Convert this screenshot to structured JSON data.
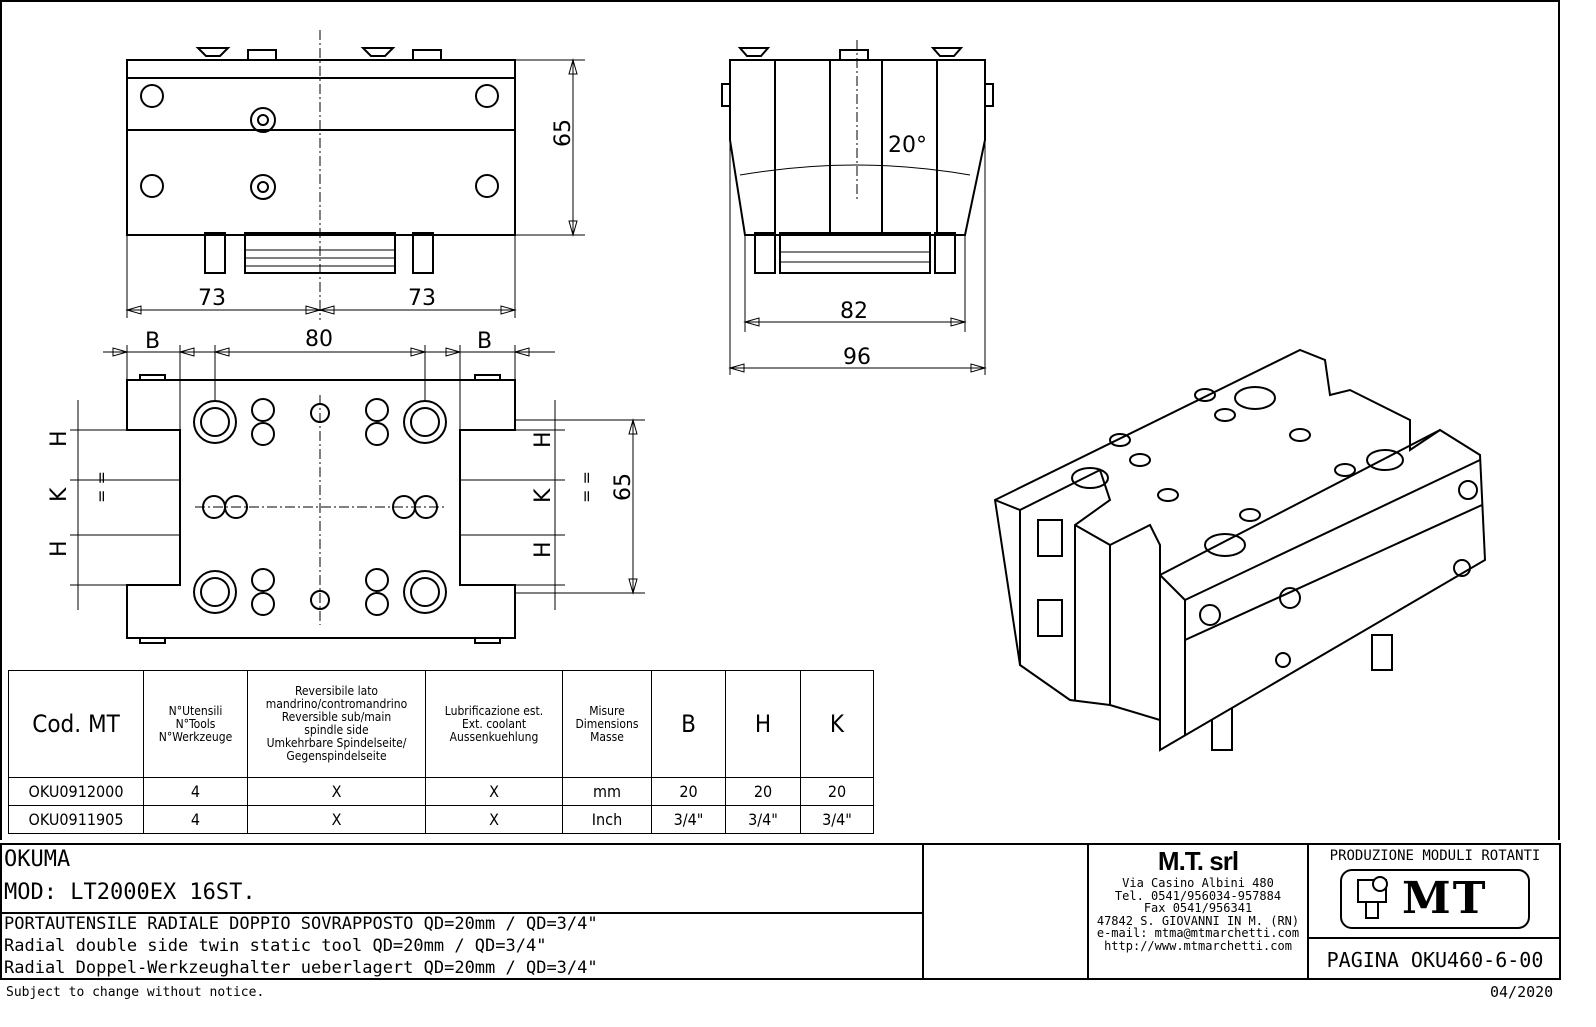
{
  "dimensions": {
    "front_height": "65",
    "front_left": "73",
    "front_right": "73",
    "side_angle": "20°",
    "side_inner_width": "82",
    "side_outer_width": "96",
    "bottom_b_left": "B",
    "bottom_center": "80",
    "bottom_b_right": "B",
    "bottom_height": "65",
    "left_labels": [
      "H",
      "K",
      "H"
    ],
    "right_labels": [
      "H",
      "K",
      "H"
    ],
    "equal_mark": "= ="
  },
  "spec_table": {
    "headers": [
      "Cod. MT",
      "N°Utensili\nN°Tools\nN°Werkzeuge",
      "Reversibile lato\nmandrino/contromandrino\nReversible sub/main\nspindle side\nUmkehrbare Spindelseite/\nGegenspindelseite",
      "Lubrificazione est.\nExt. coolant\nAussenkuehlung",
      "Misure\nDimensions\nMasse",
      "B",
      "H",
      "K"
    ],
    "rows": [
      [
        "OKU0912000",
        "4",
        "X",
        "X",
        "mm",
        "20",
        "20",
        "20"
      ],
      [
        "OKU0911905",
        "4",
        "X",
        "X",
        "Inch",
        "3/4\"",
        "3/4\"",
        "3/4\""
      ]
    ]
  },
  "title_block": {
    "machine": "OKUMA",
    "model": "MOD: LT2000EX 16ST.",
    "desc_it": "PORTAUTENSILE RADIALE DOPPIO SOVRAPPOSTO QD=20mm / QD=3/4\"",
    "desc_en": "Radial double side twin static tool QD=20mm / QD=3/4\"",
    "desc_de": "Radial Doppel-Werkzeughalter ueberlagert QD=20mm / QD=3/4\"",
    "company": "M.T. srl",
    "address": "Via Casino Albini 480",
    "tel": "Tel. 0541/956034-957884",
    "fax": "Fax 0541/956341",
    "city": "47842 S. GIOVANNI IN M. (RN)",
    "email": "e-mail: mtma@mtmarchetti.com",
    "web": "http://www.mtmarchetti.com",
    "division": "PRODUZIONE MODULI ROTANTI",
    "logo_text": "MT",
    "page": "PAGINA OKU460-6-00"
  },
  "footer": {
    "notice": "Subject to change without notice.",
    "date": "04/2020"
  }
}
